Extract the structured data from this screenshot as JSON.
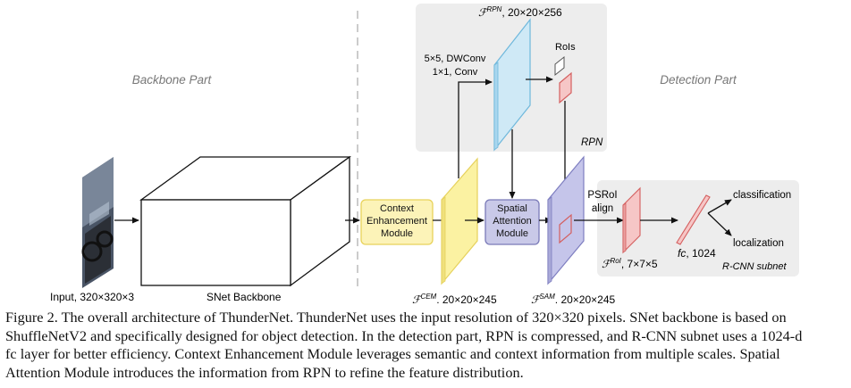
{
  "sections": {
    "backbone": "Backbone Part",
    "detection": "Detection Part"
  },
  "labels": {
    "input": "Input, 320×320×3",
    "snet": "SNet Backbone",
    "cem_line1": "Context",
    "cem_line2": "Enhancement",
    "cem_line3": "Module",
    "sam_line1": "Spatial",
    "sam_line2": "Attention",
    "sam_line3": "Module",
    "f_cem": "ℱ^CEM, 20×20×245",
    "f_sam": "ℱ^SAM, 20×20×245",
    "f_rpn": "ℱ^RPN, 20×20×256",
    "conv_line1": "5×5, DWConv",
    "conv_line2": "1×1, Conv",
    "rois": "RoIs",
    "rpn": "RPN",
    "psroi_line1": "PSRoI",
    "psroi_line2": "align",
    "f_roi": "ℱ^RoI, 7×7×5",
    "fc": "fc, 1024",
    "classification": "classification",
    "localization": "localization",
    "rcnn": "R-CNN subnet"
  },
  "caption": {
    "line1": "Figure 2.   The overall architecture of ThunderNet. ThunderNet uses the input resolution of 320×320 pixels. SNet backbone is based on",
    "line2": "ShuffleNetV2 and specifically designed for object detection. In the detection part, RPN is compressed, and R-CNN subnet uses a 1024-d",
    "line3": "fc layer for better efficiency.  Context Enhancement Module leverages semantic and context information from multiple scales.  Spatial",
    "line4": "Attention Module introduces the information from RPN to refine the feature distribution."
  },
  "colors": {
    "rpn_panel": "#ededed",
    "rcnn_panel": "#ededed",
    "cem_fill": "#fcf3b8",
    "cem_stroke": "#e8d25a",
    "sam_fill": "#c9c9e8",
    "sam_stroke": "#7a7ab8",
    "f_cem": "#fbf2a2",
    "f_sam": "#c5c5ea",
    "f_rpn": "#cfe9f6",
    "roi": "#f6c6c6",
    "roi_stroke": "#d45f5f"
  }
}
